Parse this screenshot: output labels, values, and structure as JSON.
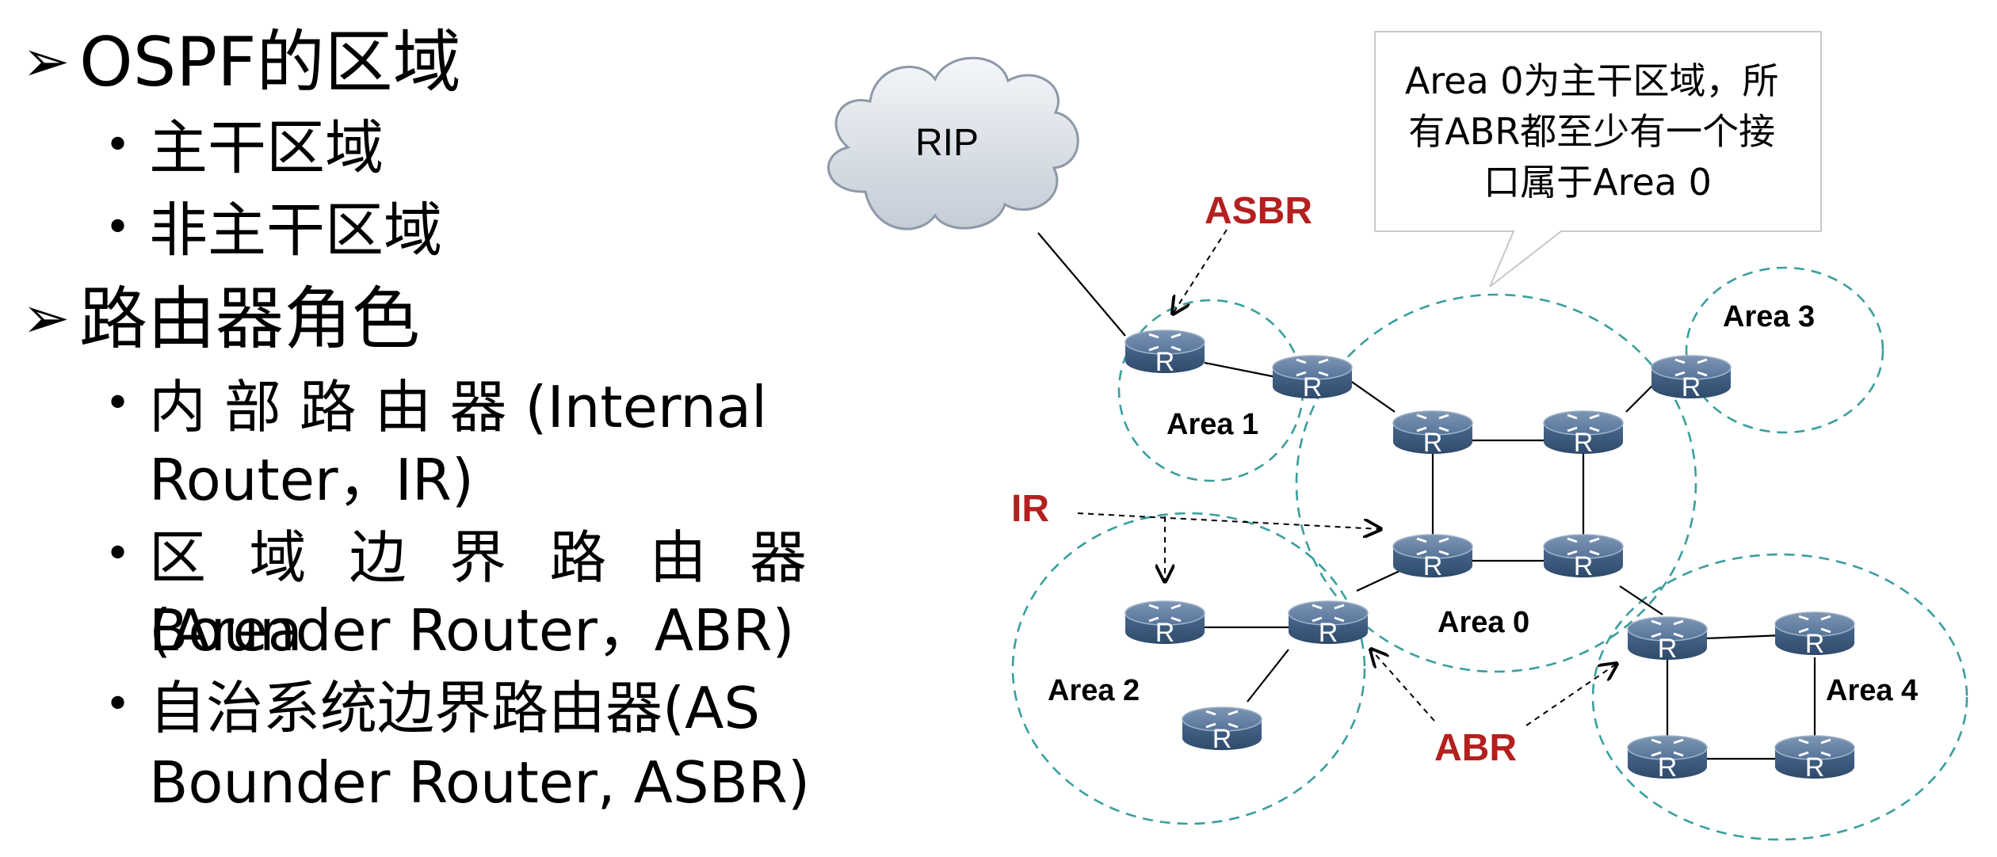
{
  "outline": {
    "heading1": "OSPF的区域",
    "heading1_items": [
      "主干区域",
      "非主干区域"
    ],
    "heading2": "路由器角色",
    "role_ir_line1": "内 部 路 由 器 (Internal",
    "role_ir_line2": "Router，IR)",
    "role_abr_line1": "区 域 边 界 路 由 器 (Area",
    "role_abr_line2": "Bounder Router，ABR)",
    "role_asbr_line1": "自治系统边界路由器(AS",
    "role_asbr_line2": "Bounder Router, ASBR)"
  },
  "diagram": {
    "cloud_label": "RIP",
    "callout_lines": [
      "Area 0为主干区域，所",
      "有ABR都至少有一个接",
      "口属于Area 0"
    ],
    "areas": [
      "Area 0",
      "Area 1",
      "Area 2",
      "Area 3",
      "Area 4"
    ],
    "router_glyph": "R",
    "role_labels": {
      "asbr": "ASBR",
      "ir": "IR",
      "abr": "ABR"
    },
    "colors": {
      "role_label": "#b3201f",
      "area_border": "#3a9e9e",
      "router": "#3f5f82"
    }
  }
}
